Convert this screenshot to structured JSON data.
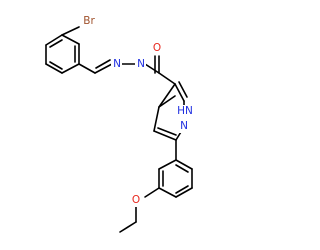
{
  "molecule": {
    "labels": {
      "bromine": "Br",
      "imine_n": "N",
      "hydrazide_n": "N",
      "carbonyl_o": "O",
      "nh_ring_n": "HN",
      "ring_n": "N",
      "ether_o": "O"
    },
    "colors": {
      "bromine": "#a0522d",
      "nitrogen": "#1f2fe0",
      "oxygen": "#e8281e",
      "bond": "#000000"
    }
  }
}
